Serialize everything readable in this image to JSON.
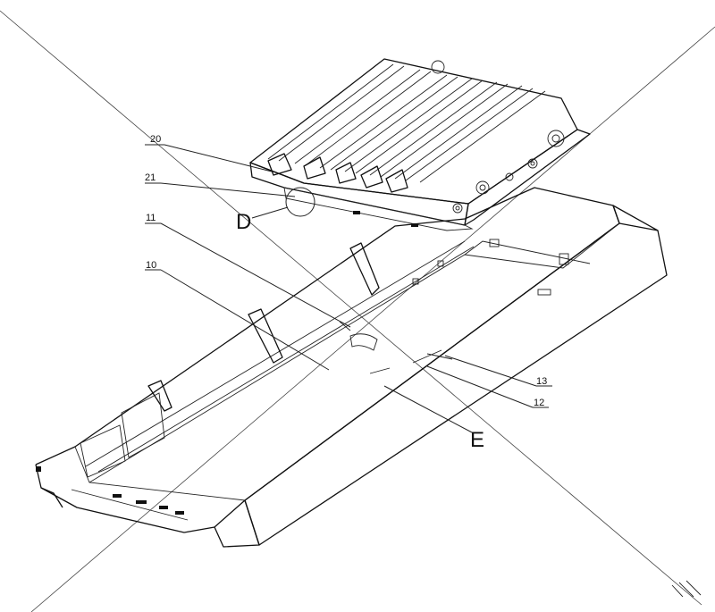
{
  "labels": {
    "l20": "20",
    "l21": "21",
    "l11": "11",
    "l10": "10",
    "l13": "13",
    "l12": "12",
    "detail_d": "D",
    "detail_e": "E"
  },
  "colors": {
    "line": "#111111",
    "background": "#ffffff"
  }
}
